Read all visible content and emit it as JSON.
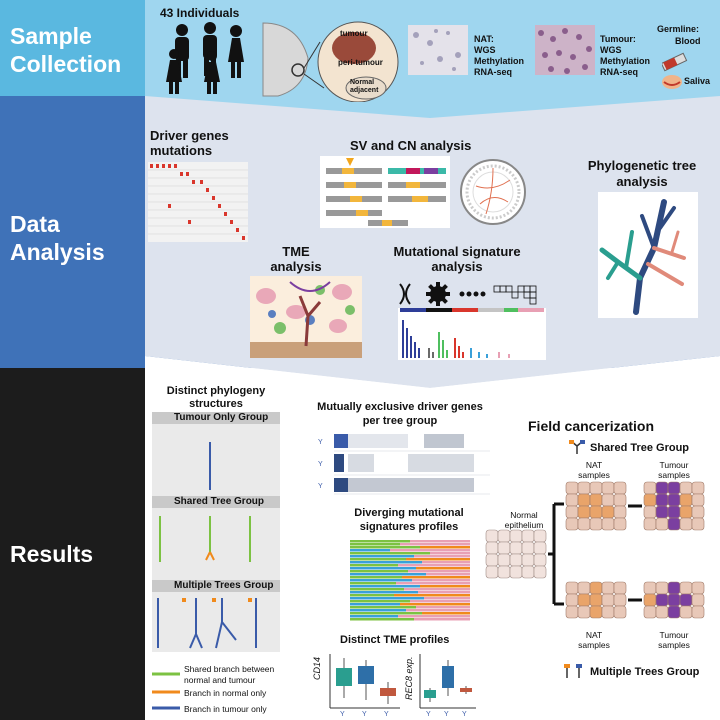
{
  "colors": {
    "sample_band": "#5ab8e0",
    "analysis_band": "#3f72b8",
    "results_band": "#1c1c1c",
    "panel": "#dde3ee",
    "shared_branch": "#7cc242",
    "normal_branch": "#f08a1c",
    "tumour_branch": "#3a5ba9",
    "tree_teal": "#2a9e8f",
    "tree_navy": "#2e4a80",
    "tree_salmon": "#e08a7a"
  },
  "sections": {
    "sample": "Sample\nCollection",
    "analysis": "Data\nAnalysis",
    "results": "Results"
  },
  "sample": {
    "individuals": "43 Individuals",
    "tumour": "tumour",
    "peri": "peri-tumour",
    "normal": "Normal\nadjacent",
    "nat": "NAT:\nWGS\nMethylation\nRNA-seq",
    "tumour_assays": "Tumour:\nWGS\nMethylation\nRNA-seq",
    "germline": "Germline:",
    "blood": "Blood",
    "saliva": "Saliva"
  },
  "analysis": {
    "driver": "Driver genes\nmutations",
    "sv_cn": "SV and CN analysis",
    "phylo": "Phylogenetic tree\nanalysis",
    "tme": "TME\nanalysis",
    "mutsig": "Mutational signature\nanalysis"
  },
  "results": {
    "phylogeny_title": "Distinct phylogeny\nstructures",
    "tumour_only": "Tumour Only Group",
    "shared_tree": "Shared Tree Group",
    "multiple_trees": "Multiple Trees Group",
    "legend_shared": "Shared branch between\nnormal and tumour",
    "legend_normal": "Branch in normal only",
    "legend_tumour": "Branch in tumour only",
    "mutually_exclusive": "Mutually exclusive driver genes\nper tree group",
    "diverging": "Diverging mutational\nsignatures profiles",
    "tme_profiles": "Distinct TME profiles",
    "cd14": "CD14",
    "rec8": "REC8 exp.",
    "field": "Field cancerization",
    "field_shared": "Shared Tree Group",
    "nat_samples": "NAT\nsamples",
    "tumour_samples": "Tumour\nsamples",
    "normal_epi": "Normal\nepithelium",
    "field_multiple": "Multiple Trees Group"
  }
}
